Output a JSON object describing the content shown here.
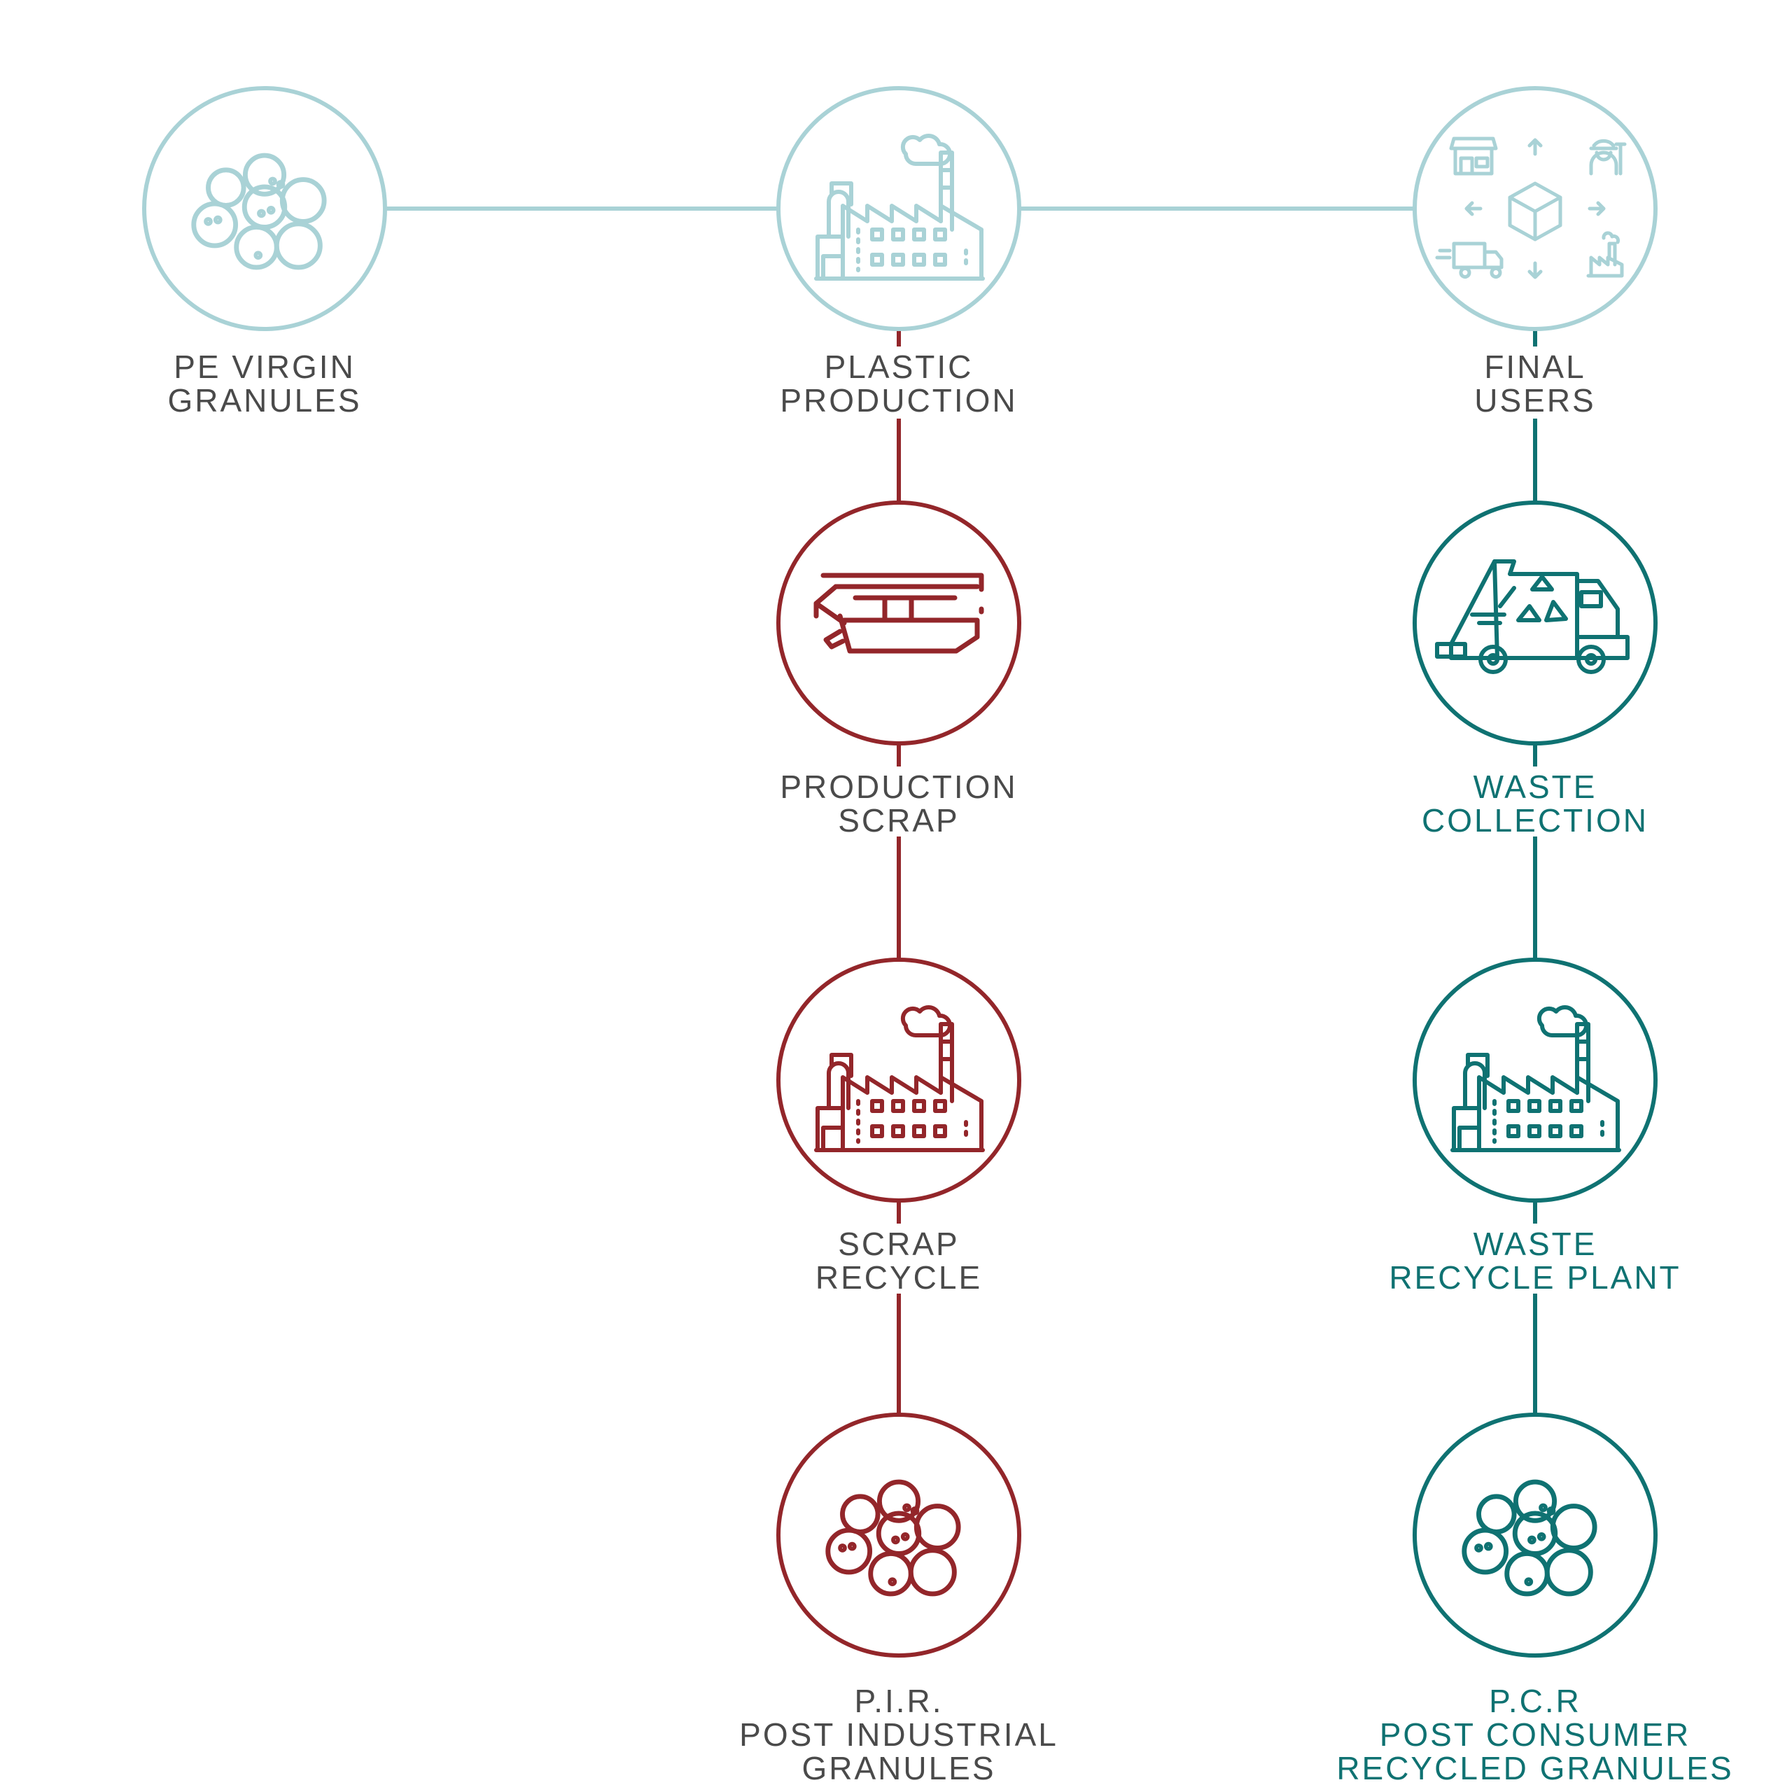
{
  "colors": {
    "light": "#a9d2d6",
    "red": "#93262a",
    "teal": "#0f7272",
    "label_gray": "#4a4a4a"
  },
  "nodes": {
    "pe_virgin": {
      "lines": [
        "PE VIRGIN",
        "GRANULES"
      ],
      "icon": "granules-icon"
    },
    "plastic_production": {
      "lines": [
        "PLASTIC",
        "PRODUCTION"
      ],
      "icon": "factory-icon"
    },
    "final_users": {
      "lines": [
        "FINAL",
        "USERS"
      ],
      "icon": "distribution-icon"
    },
    "production_scrap": {
      "lines": [
        "PRODUCTION",
        "SCRAP"
      ],
      "icon": "skip-container-icon"
    },
    "waste_collection": {
      "lines": [
        "WASTE",
        "COLLECTION"
      ],
      "icon": "garbage-truck-icon"
    },
    "scrap_recycle": {
      "lines": [
        "SCRAP",
        "RECYCLE"
      ],
      "icon": "factory-icon"
    },
    "waste_recycle_plant": {
      "lines": [
        "WASTE",
        "RECYCLE PLANT"
      ],
      "icon": "factory-icon"
    },
    "pir": {
      "lines": [
        "P.I.R.",
        "POST INDUSTRIAL",
        "GRANULES"
      ],
      "icon": "granules-icon"
    },
    "pcr": {
      "lines": [
        "P.C.R",
        "POST CONSUMER",
        "RECYCLED GRANULES"
      ],
      "icon": "granules-icon"
    }
  }
}
